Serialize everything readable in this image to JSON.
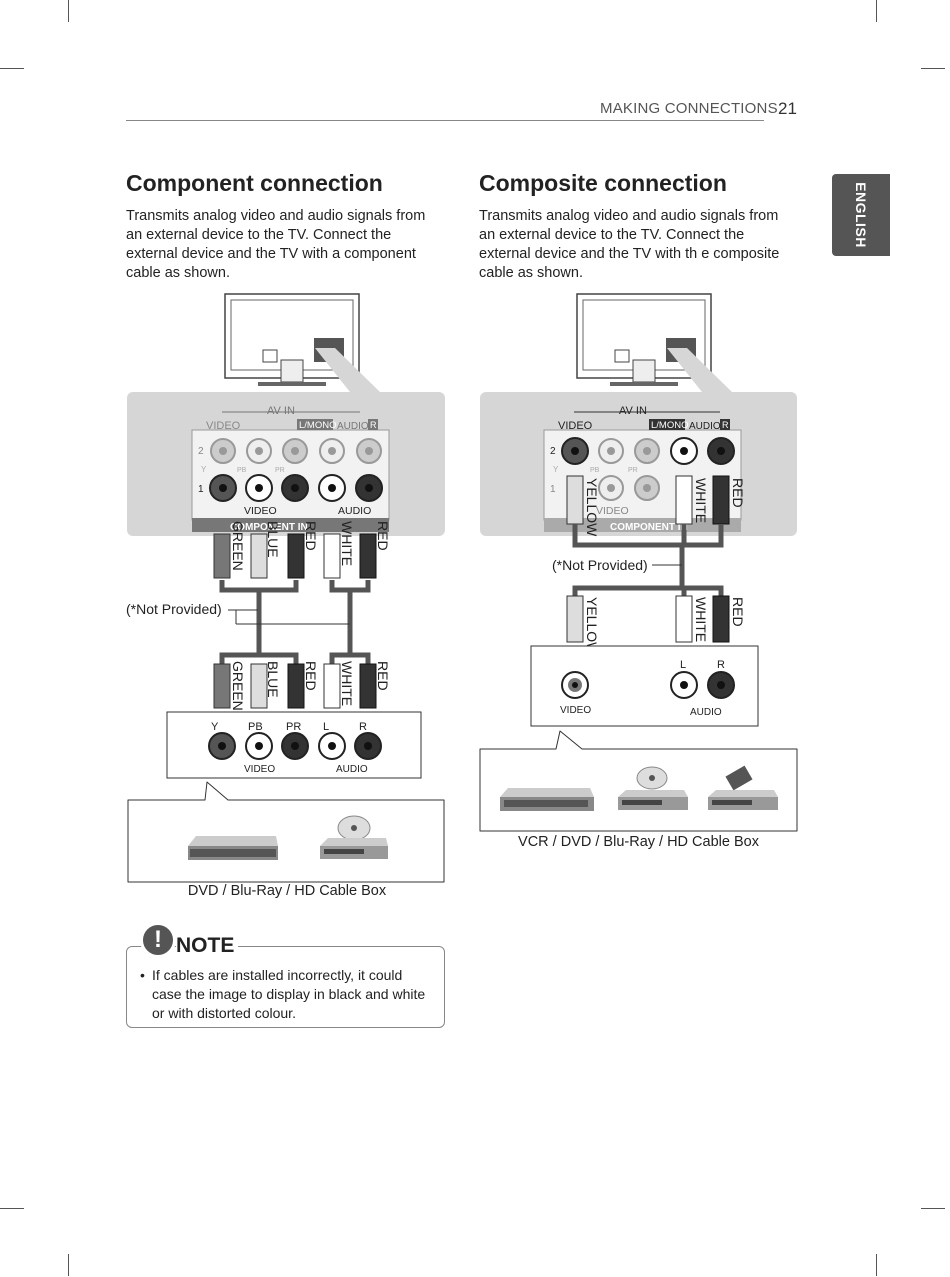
{
  "header": {
    "section": "MAKING CONNECTIONS",
    "page_number": "21"
  },
  "side_tab": {
    "label": "ENGLISH"
  },
  "component": {
    "title": "Component connection",
    "intro": "Transmits analog video and audio signals from an external device to the TV. Connect the external device and the TV with a component cable as shown.",
    "not_provided": "(*Not Provided)",
    "caption": "DVD / Blu-Ray / HD Cable Box",
    "panel": {
      "av_in": "AV IN",
      "video": "VIDEO",
      "lmono": "L/MONO",
      "audio": "AUDIO",
      "r": "R",
      "row2": "2",
      "row1": "1",
      "y": "Y",
      "pb": "PB",
      "pr": "PR",
      "l": "L",
      "video_group": "VIDEO",
      "audio_group": "AUDIO",
      "component_in": "COMPONENT IN"
    },
    "cable_colors": [
      "GREEN",
      "BLUE",
      "RED",
      "WHITE",
      "RED"
    ],
    "device_jacks": {
      "y": "Y",
      "pb": "PB",
      "pr": "PR",
      "l": "L",
      "r": "R",
      "video_group": "VIDEO",
      "audio_group": "AUDIO"
    }
  },
  "composite": {
    "title": "Composite connection",
    "intro": "Transmits analog video and audio signals from an external device to the TV. Connect the external device and the TV with th e composite cable as shown.",
    "not_provided": "(*Not Provided)",
    "caption": "VCR / DVD / Blu-Ray / HD Cable Box",
    "panel": {
      "av_in": "AV IN",
      "video": "VIDEO",
      "lmono": "L/MONO",
      "audio": "AUDIO",
      "r": "R",
      "row2": "2",
      "row1": "1",
      "y": "Y",
      "pb": "PB",
      "pr": "PR",
      "video_group": "VIDEO",
      "component_in": "COMPONENT IN"
    },
    "cable_colors": [
      "YELLOW",
      "WHITE",
      "RED"
    ],
    "device_jacks": {
      "l": "L",
      "r": "R",
      "video": "VIDEO",
      "audio": "AUDIO"
    }
  },
  "note": {
    "title": "NOTE",
    "icon": "exclamation-icon",
    "items": [
      "If cables are installed incorrectly, it could case the image to display in black and white or with distorted colour."
    ]
  },
  "colors": {
    "panel_bg": "#d6d6d6",
    "tab_bg": "#555555",
    "cable": "#555555"
  }
}
